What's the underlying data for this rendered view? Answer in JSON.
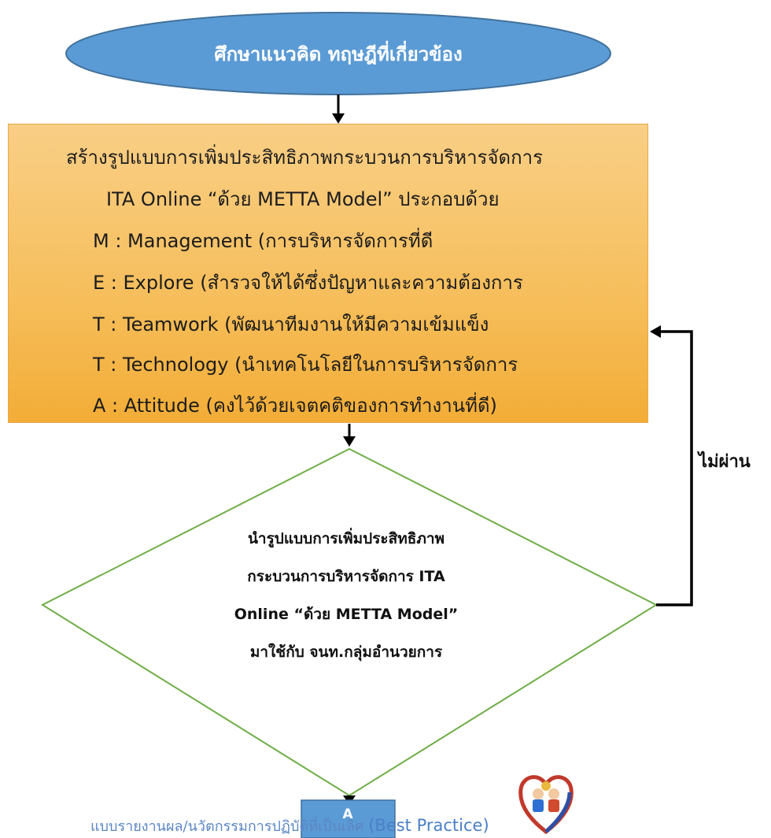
{
  "flowchart": {
    "start_label": "ศึกษาแนวคิด ทฤษฎีที่เกี่ยวข้อง",
    "process": {
      "title_line1": "สร้างรูปแบบการเพิ่มประสิทธิภาพกระบวนการบริหารจัดการ",
      "title_line2": "ITA Online “ด้วย METTA Model” ประกอบด้วย",
      "items": [
        "M : Management (การบริหารจัดการที่ดี",
        "E : Explore (สำรวจให้ได้ซึ่งปัญหาและความต้องการ",
        "T : Teamwork (พัฒนาทีมงานให้มีความเข้มแข็ง",
        "T : Technology (นำเทคโนโลยีในการบริหารจัดการ",
        "A : Attitude (คงไว้ด้วยเจตคติของการทำงานที่ดี)"
      ]
    },
    "decision_lines": [
      "นำรูปแบบการเพิ่มประสิทธิภาพ",
      "กระบวนการบริหารจัดการ  ITA",
      "Online “ด้วย METTA Model”",
      "มาใช้กับ จนท.กลุ่มอำนวยการ"
    ],
    "fail_label": "ไม่ผ่าน",
    "connector_label": "A"
  },
  "footer": {
    "text": "แบบรายงานผล/นวัตกรรมการปฏิบัติที่เป็นเลิศ",
    "best_practice": "(Best Practice)"
  },
  "colors": {
    "ellipse_fill": "#5b9bd5",
    "ellipse_stroke": "#41719c",
    "process_fill": "#f6bf5e",
    "diamond_stroke": "#70ad47",
    "connector_fill": "#5b9bd5"
  }
}
